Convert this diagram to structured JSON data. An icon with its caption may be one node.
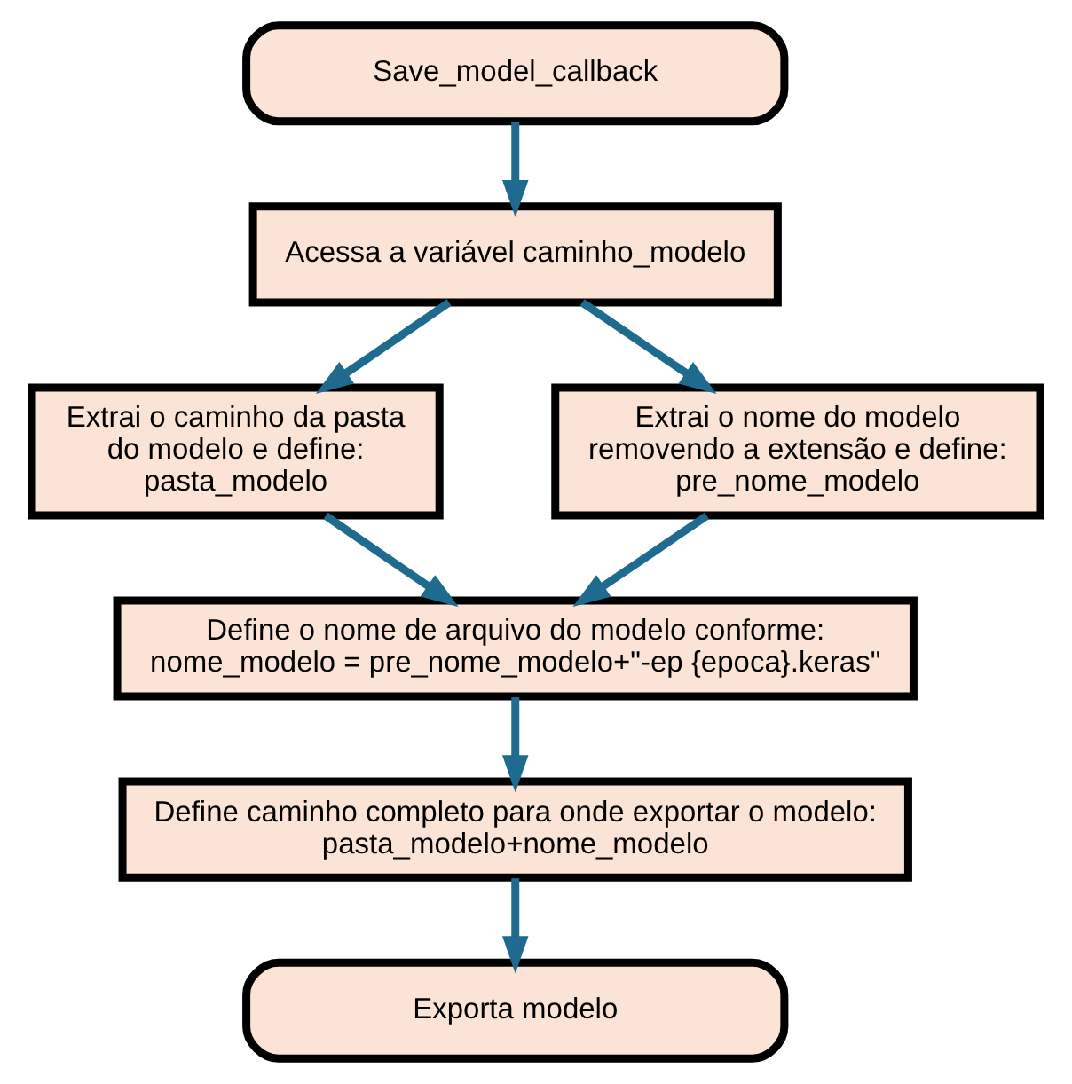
{
  "diagram": {
    "nodes": [
      {
        "text": [
          "Save_model_callback"
        ]
      },
      {
        "text": [
          "Acessa a variável caminho_modelo"
        ]
      },
      {
        "text": [
          "Extrai o caminho da pasta do modelo e define: pasta_modelo"
        ]
      },
      {
        "text": [
          "Extrai o nome do modelo removendo a extensão e define: pre_nome_modelo"
        ]
      },
      {
        "text": [
          "Define o nome de arquivo do modelo conforme: nome_modelo = pre_nome_modelo+\"-ep {epoca}.keras\""
        ]
      },
      {
        "text": [
          "Define caminho completo para onde exportar o modelo: pasta_modelo+nome_modelo"
        ]
      },
      {
        "text": [
          "Exporta modelo"
        ]
      }
    ],
    "edges": [
      {
        "from": 0,
        "to": 1,
        "arrow": "to"
      },
      {
        "from": 1,
        "to": 2,
        "arrow": "to"
      },
      {
        "from": 1,
        "to": 3,
        "arrow": "to"
      },
      {
        "from": 2,
        "to": 4,
        "arrow": "to"
      },
      {
        "from": 3,
        "to": 4,
        "arrow": "to"
      },
      {
        "from": 4,
        "to": 5,
        "arrow": "to"
      },
      {
        "from": 5,
        "to": 6,
        "arrow": "to"
      }
    ]
  }
}
